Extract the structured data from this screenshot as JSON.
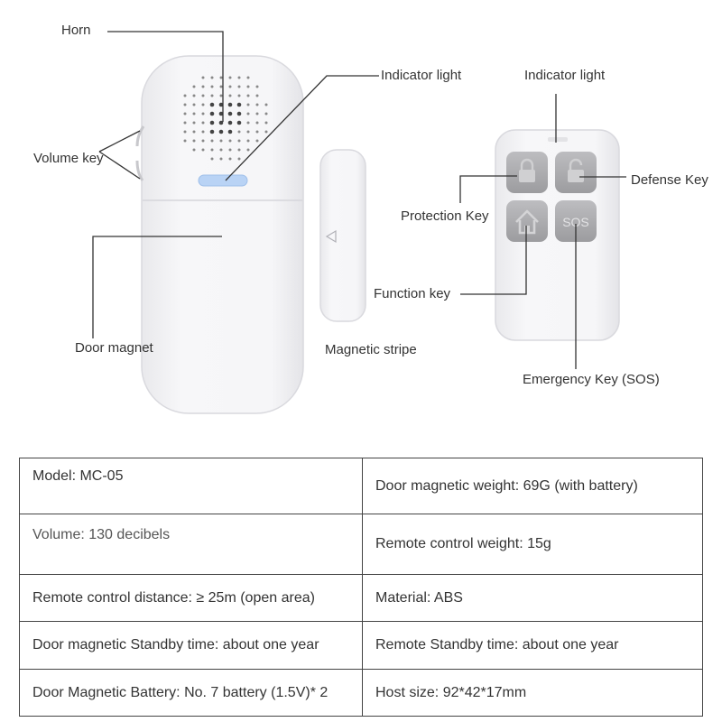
{
  "diagram": {
    "labels": {
      "horn": "Horn",
      "indicator_light_host": "Indicator light",
      "indicator_light_remote": "Indicator light",
      "volume_key": "Volume key",
      "defense_key": "Defense Key",
      "protection_key": "Protection Key",
      "function_key": "Function key",
      "door_magnet": "Door magnet",
      "magnetic_stripe": "Magnetic stripe",
      "emergency_key": "Emergency Key (SOS)"
    },
    "sos_button_text": "SOS",
    "colors": {
      "device_body": "#f4f4f6",
      "button_gray": "#a9a9ab",
      "indicator_blue": "#b9d3f5",
      "leader_line": "#333333"
    },
    "icons": [
      "speaker-grille-icon",
      "lock-closed-icon",
      "lock-open-icon",
      "home-icon",
      "triangle-arrow-icon"
    ]
  },
  "specs": {
    "rows": [
      {
        "left": "Model: MC-05",
        "right": "Door magnetic weight: 69G (with battery)"
      },
      {
        "left": "Volume: 130 decibels",
        "right": "Remote control weight: 15g"
      },
      {
        "left": "Remote control distance: ≥ 25m (open area)",
        "right": "Material: ABS"
      },
      {
        "left": "Door magnetic Standby time: about one year",
        "right": "Remote Standby time: about one year"
      },
      {
        "left": "Door Magnetic Battery: No. 7 battery (1.5V)* 2",
        "right": "Host size: 92*42*17mm"
      }
    ]
  }
}
